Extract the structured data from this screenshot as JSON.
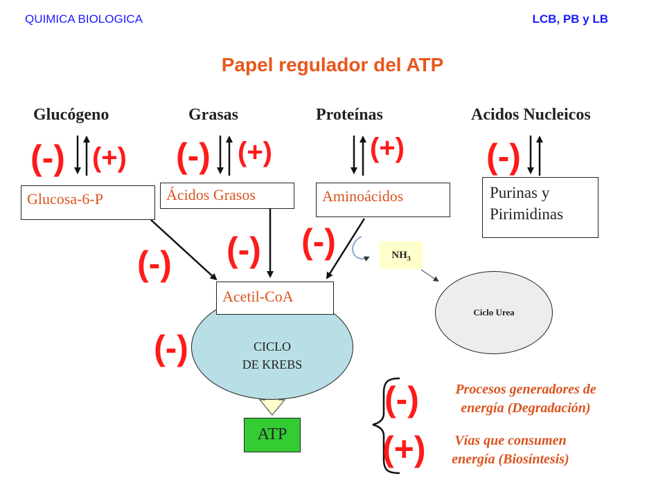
{
  "header": {
    "left": "QUIMICA BIOLOGICA",
    "right": "LCB, PB y LB"
  },
  "title": "Papel regulador del ATP",
  "categories": [
    "Glucógeno",
    "Grasas",
    "Proteínas",
    "Acidos Nucleicos"
  ],
  "signs": {
    "minus": "(-)",
    "plus": "(+)"
  },
  "boxes": {
    "glucosa": "Glucosa-6-P",
    "acidos_grasos": "Ácidos Grasos",
    "aminoacidos": "Aminoácidos",
    "purinas_1": "Purinas y",
    "purinas_2": "Pirimidinas",
    "acetil": "Acetil-CoA"
  },
  "krebs": {
    "line1": "CICLO",
    "line2": "DE KREBS"
  },
  "nh3": {
    "base": "NH",
    "sub": "3"
  },
  "urea": "Ciclo Urea",
  "atp": "ATP",
  "legend": {
    "degradation_1": "Procesos generadores de",
    "degradation_2": "energía (Degradación)",
    "biosynthesis_1": "Vías que consumen",
    "biosynthesis_2": "energía (Biosíntesis)"
  },
  "colors": {
    "header": "#1a1aff",
    "title": "#e8561b",
    "sign": "#ff1a1a",
    "box_text": "#d9531e",
    "krebs_fill": "#b8dfe5",
    "atp_fill": "#33cc33",
    "nh3_fill": "#ffffcc",
    "urea_fill": "#ededed"
  }
}
